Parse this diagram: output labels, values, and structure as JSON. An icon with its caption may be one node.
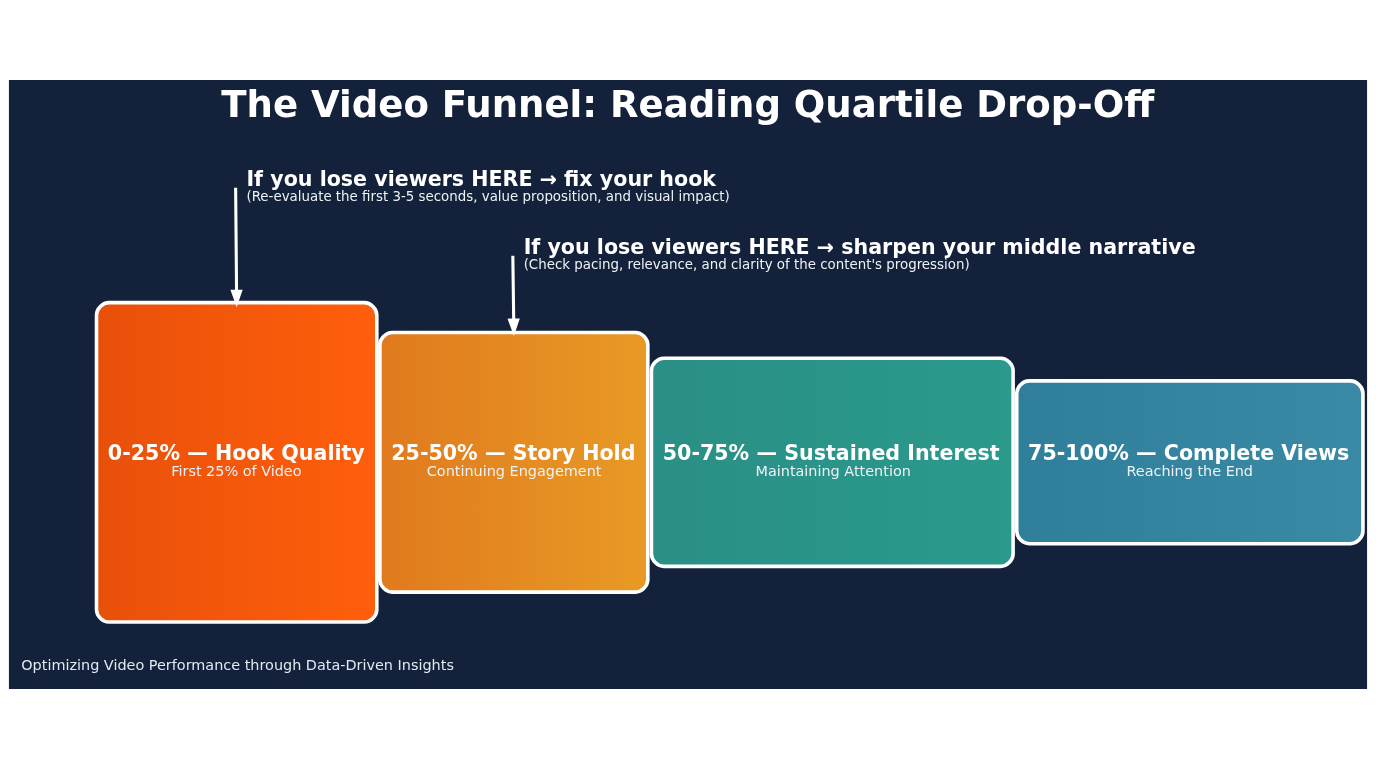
{
  "diagram": {
    "title": "The Video Funnel: Reading Quartile Drop-Off",
    "nodes": [
      {
        "text": [
          "If you lose viewers HERE → fix your hook",
          "(Re-evaluate the first 3-5 seconds, value proposition, and visual impact)"
        ]
      },
      {
        "text": [
          "If you lose viewers HERE → sharpen your middle narrative",
          "(Check pacing, relevance, and clarity of the content's progression)"
        ]
      },
      {
        "text": [
          "0-25% — Hook Quality",
          "First 25% of Video"
        ]
      },
      {
        "text": [
          "25-50% — Story Hold",
          "Continuing Engagement"
        ]
      },
      {
        "text": [
          "50-75% — Sustained Interest",
          "Maintaining Attention"
        ]
      },
      {
        "text": [
          "75-100% — Complete Views",
          "Reaching the End"
        ]
      }
    ],
    "edges": [
      {
        "from": 0,
        "to": 2,
        "arrow": "to"
      },
      {
        "from": 1,
        "to": 3,
        "arrow": "to"
      }
    ],
    "labels": [
      "Optimizing Video Performance through Data-Driven Insights"
    ]
  }
}
